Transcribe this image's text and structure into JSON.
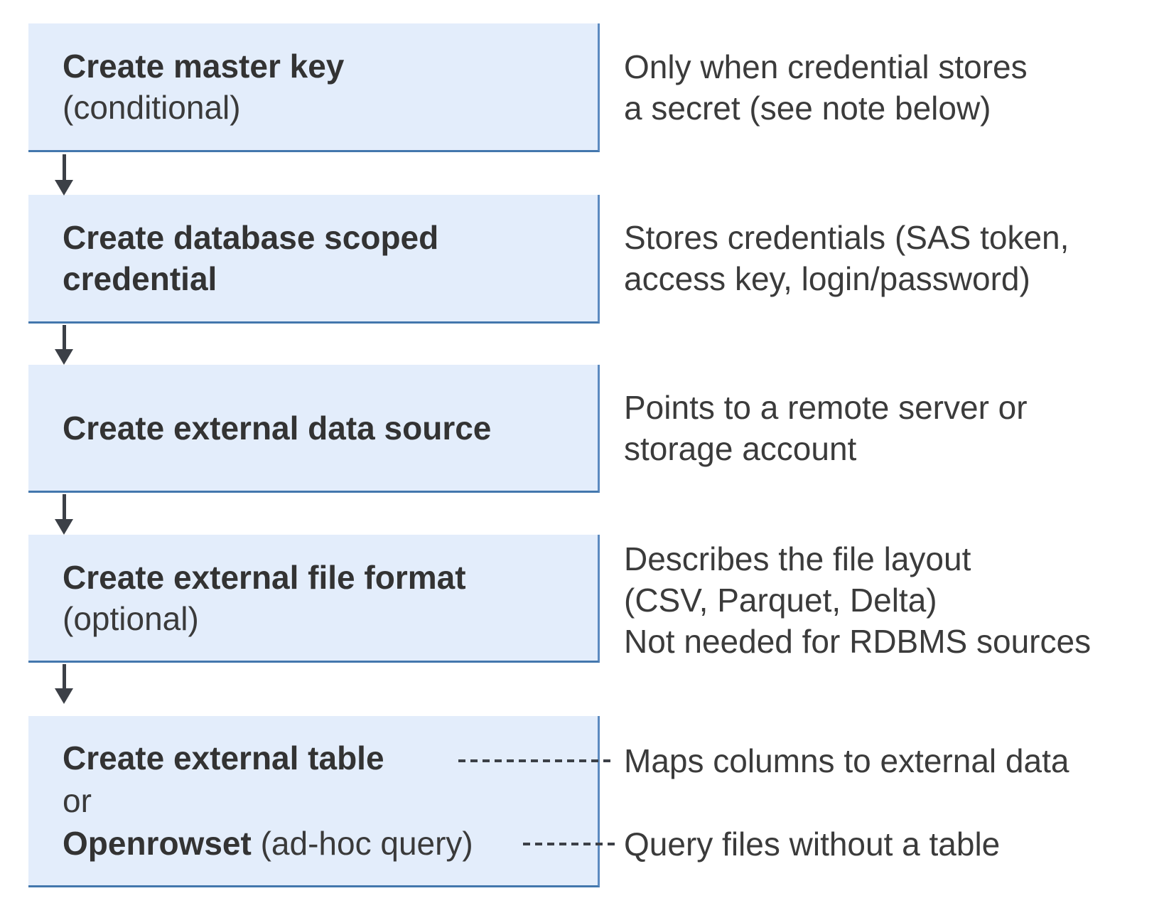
{
  "palette": {
    "box_fill": "#e3edfb",
    "box_border_bottom": "#4377ad",
    "box_border_right": "#5d8bc0",
    "arrow_color": "#3c4047",
    "title_text": "#333333",
    "note_text": "#3b3b3b"
  },
  "boxes": [
    {
      "title": "Create master key",
      "qualifier": "(conditional)"
    },
    {
      "title": "Create database scoped credential"
    },
    {
      "title": "Create external data source"
    },
    {
      "title": "Create external file format",
      "qualifier": "(optional)"
    },
    {
      "title": "Create external table",
      "conjunction": "or",
      "alt_title": "Openrowset",
      "alt_qualifier": " (ad-hoc query)"
    }
  ],
  "notes": [
    {
      "line1": "Only when credential stores",
      "line2": "a secret (see note below)"
    },
    {
      "line1": "Stores credentials (SAS token,",
      "line2": "access key, login/password)"
    },
    {
      "line1": "Points to a remote server or",
      "line2": "storage account"
    },
    {
      "line1": "Describes the file layout",
      "line2": "(CSV, Parquet, Delta)",
      "line3": "Not needed for RDBMS sources"
    },
    {
      "line1": "Maps columns to external data"
    },
    {
      "line1": "Query files without a table"
    }
  ]
}
